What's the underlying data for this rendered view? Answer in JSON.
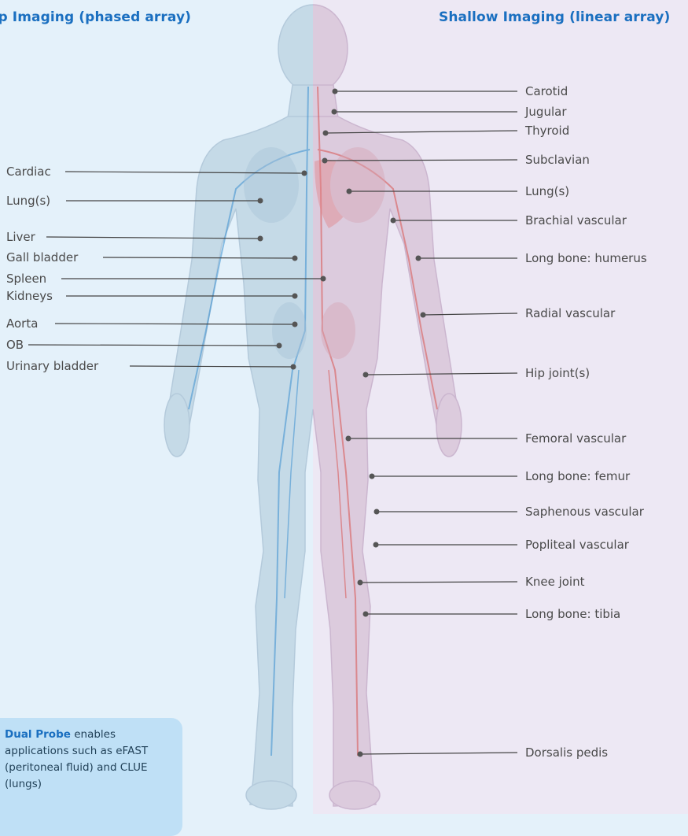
{
  "headings": {
    "left": "Deep Imaging (phased array)",
    "right": "Shallow Imaging (linear array)"
  },
  "callout": {
    "bold": "Dual Probe",
    "rest": "enables",
    "line2": "applications such as eFAST",
    "line3": "(peritoneal fluid) and CLUE",
    "line4": "(lungs)"
  },
  "left_labels": [
    "Cardiac",
    "Lung(s)",
    "Liver",
    "Gall bladder",
    "Spleen",
    "Kidneys",
    "Aorta",
    "OB",
    "Urinary bladder"
  ],
  "right_labels": [
    "Carotid",
    "Jugular",
    "Thyroid",
    "Subclavian",
    "Lung(s)",
    "Brachial vascular",
    "Long bone: humerus",
    "Radial vascular",
    "Hip joint(s)",
    "Femoral vascular",
    "Long bone: femur",
    "Saphenous vascular",
    "Popliteal vascular",
    "Knee joint",
    "Long bone: tibia",
    "Dorsalis pedis"
  ],
  "colors": {
    "heading": "#1a6fc0",
    "left_panel": "#e4f1fa",
    "right_panel": "#ede8f4",
    "callout_bg": "#bfe0f6",
    "artery": "#d9534f",
    "vein": "#3a8fd0"
  }
}
